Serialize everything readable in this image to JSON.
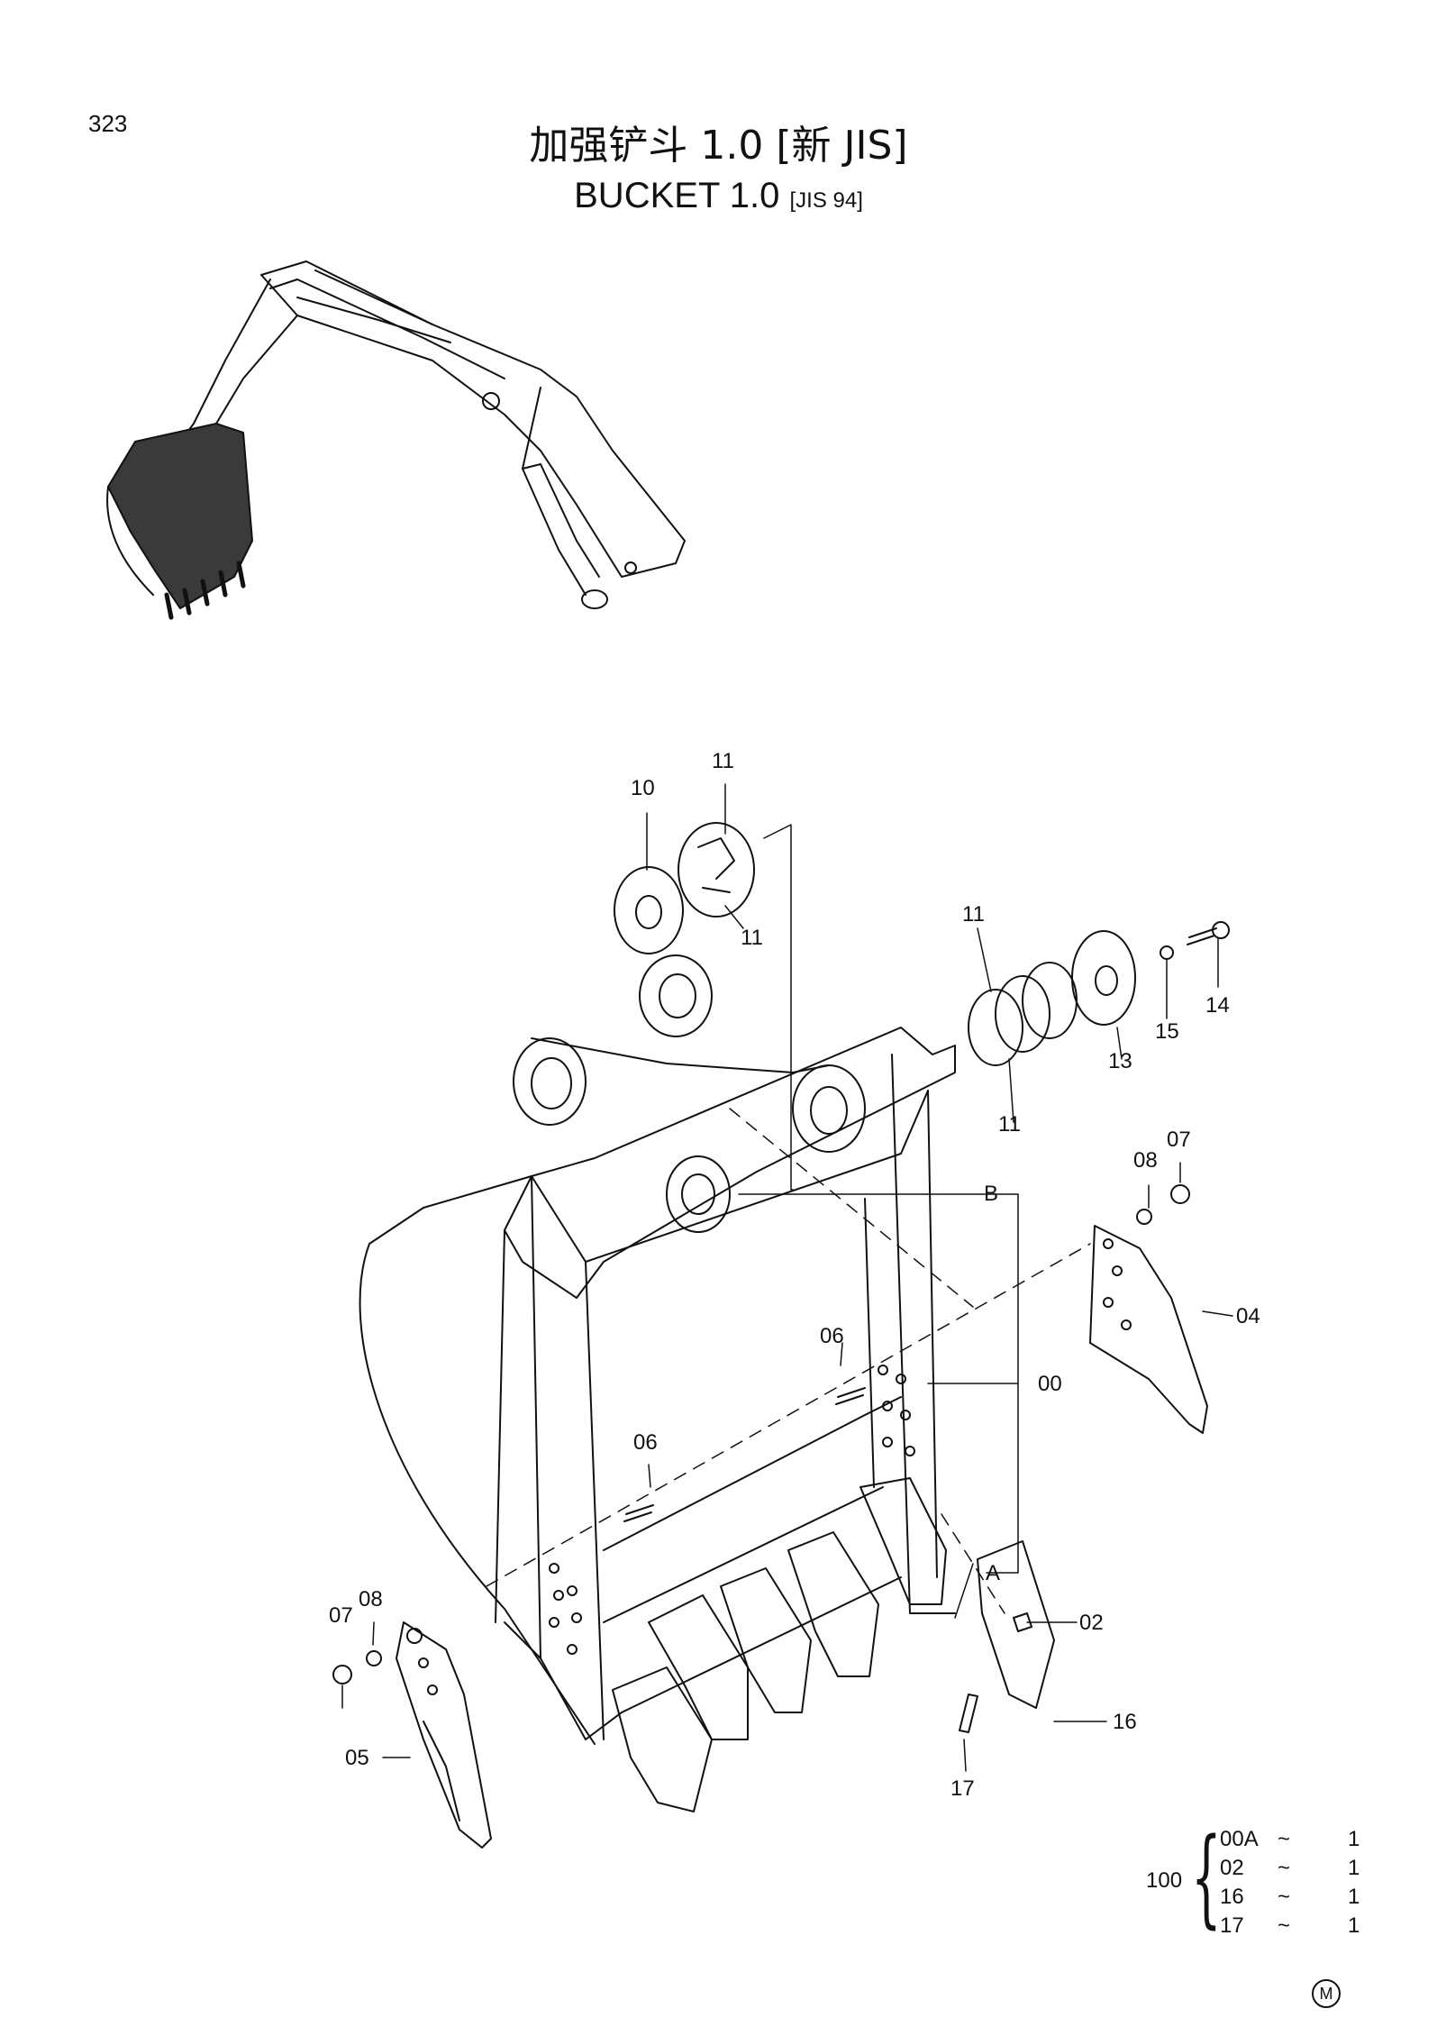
{
  "page": {
    "number": "323"
  },
  "title": {
    "cn": "加强铲斗 1.0 [新 JIS]",
    "en_main": "BUCKET  1.0",
    "en_sub": "[JIS 94]"
  },
  "callouts": {
    "p10": "10",
    "p11a": "11",
    "p11b": "11",
    "p11c": "11",
    "p11d": "11",
    "p13": "13",
    "p14": "14",
    "p15": "15",
    "p07a": "07",
    "p08a": "08",
    "pB": "B",
    "p04": "04",
    "p06a": "06",
    "p00": "00",
    "p06b": "06",
    "pA": "A",
    "p07b": "07",
    "p08b": "08",
    "p02": "02",
    "p05": "05",
    "p16": "16",
    "p17": "17"
  },
  "kit": {
    "label": "100",
    "rows": [
      {
        "code": "00A",
        "qty": "1"
      },
      {
        "code": "02",
        "qty": "1"
      },
      {
        "code": "16",
        "qty": "1"
      },
      {
        "code": "17",
        "qty": "1"
      }
    ],
    "tilde": "~"
  },
  "brand_mark": "M"
}
